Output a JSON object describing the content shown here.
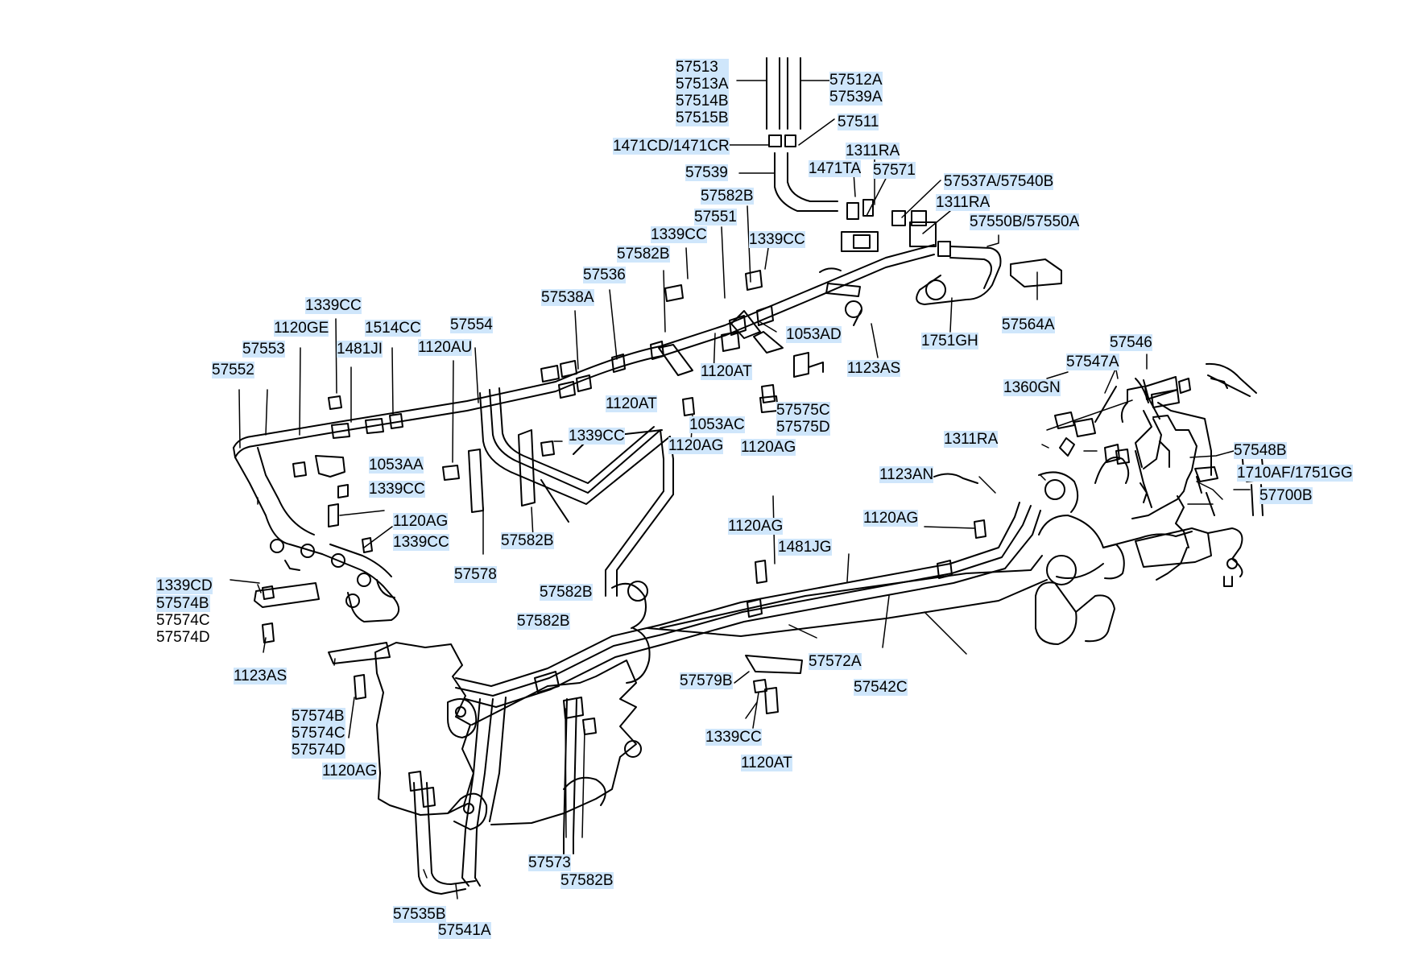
{
  "colors": {
    "label_bg": "#cfe6fb",
    "line": "#000000",
    "background": "#ffffff"
  },
  "callouts": [
    {
      "id": "c01",
      "lines": [
        "57513",
        "57513A",
        "57514B",
        "57515B"
      ]
    },
    {
      "id": "c02",
      "lines": [
        "57512A",
        "57539A"
      ]
    },
    {
      "id": "c03",
      "lines": [
        "57511"
      ]
    },
    {
      "id": "c04",
      "lines": [
        "1471CD/1471CR"
      ]
    },
    {
      "id": "c05",
      "lines": [
        "1311RA"
      ]
    },
    {
      "id": "c06",
      "lines": [
        "1471TA"
      ]
    },
    {
      "id": "c07",
      "lines": [
        "57571"
      ]
    },
    {
      "id": "c08",
      "lines": [
        "57539"
      ]
    },
    {
      "id": "c09",
      "lines": [
        "57537A/57540B"
      ]
    },
    {
      "id": "c10",
      "lines": [
        "57582B"
      ]
    },
    {
      "id": "c11",
      "lines": [
        "1311RA"
      ]
    },
    {
      "id": "c12",
      "lines": [
        "57551"
      ]
    },
    {
      "id": "c13",
      "lines": [
        "57550B/57550A"
      ]
    },
    {
      "id": "c14",
      "lines": [
        "1339CC"
      ]
    },
    {
      "id": "c15",
      "lines": [
        "1339CC"
      ]
    },
    {
      "id": "c16",
      "lines": [
        "57582B"
      ]
    },
    {
      "id": "c17",
      "lines": [
        "57536"
      ]
    },
    {
      "id": "c18",
      "lines": [
        "57564A"
      ]
    },
    {
      "id": "c19",
      "lines": [
        "57538A"
      ]
    },
    {
      "id": "c20",
      "lines": [
        "1339CC"
      ]
    },
    {
      "id": "c21",
      "lines": [
        "1120GE"
      ]
    },
    {
      "id": "c22",
      "lines": [
        "1514CC"
      ]
    },
    {
      "id": "c23",
      "lines": [
        "57554"
      ]
    },
    {
      "id": "c24",
      "lines": [
        "1053AD"
      ]
    },
    {
      "id": "c25",
      "lines": [
        "1751GH"
      ]
    },
    {
      "id": "c26",
      "lines": [
        "57553"
      ]
    },
    {
      "id": "c27",
      "lines": [
        "1481JI"
      ]
    },
    {
      "id": "c28",
      "lines": [
        "1120AU"
      ]
    },
    {
      "id": "c29",
      "lines": [
        "57546"
      ]
    },
    {
      "id": "c30",
      "lines": [
        "57552"
      ]
    },
    {
      "id": "c31",
      "lines": [
        "1120AT"
      ]
    },
    {
      "id": "c32",
      "lines": [
        "1123AS"
      ]
    },
    {
      "id": "c33",
      "lines": [
        "57547A"
      ]
    },
    {
      "id": "c34",
      "lines": [
        "1360GN"
      ]
    },
    {
      "id": "c35",
      "lines": [
        "1120AT"
      ]
    },
    {
      "id": "c36",
      "lines": [
        "57575C",
        "57575D"
      ]
    },
    {
      "id": "c37",
      "lines": [
        "1053AC"
      ]
    },
    {
      "id": "c38",
      "lines": [
        "1339CC"
      ]
    },
    {
      "id": "c39",
      "lines": [
        "1311RA"
      ]
    },
    {
      "id": "c40",
      "lines": [
        "1120AG"
      ]
    },
    {
      "id": "c41",
      "lines": [
        "1120AG"
      ]
    },
    {
      "id": "c42",
      "lines": [
        "57548B"
      ]
    },
    {
      "id": "c43",
      "lines": [
        "1053AA"
      ]
    },
    {
      "id": "c44",
      "lines": [
        "1123AN"
      ]
    },
    {
      "id": "c45",
      "lines": [
        "1710AF/1751GG"
      ]
    },
    {
      "id": "c46",
      "lines": [
        "1339CC"
      ]
    },
    {
      "id": "c47",
      "lines": [
        "57700B"
      ]
    },
    {
      "id": "c48",
      "lines": [
        "1120AG"
      ]
    },
    {
      "id": "c49",
      "lines": [
        "1120AG"
      ]
    },
    {
      "id": "c50",
      "lines": [
        "1120AG"
      ]
    },
    {
      "id": "c51",
      "lines": [
        "1339CC"
      ]
    },
    {
      "id": "c52",
      "lines": [
        "57582B"
      ]
    },
    {
      "id": "c53",
      "lines": [
        "1481JG"
      ]
    },
    {
      "id": "c54",
      "lines": [
        "57578"
      ]
    },
    {
      "id": "c55",
      "lines": [
        "1339CD"
      ]
    },
    {
      "id": "c56",
      "lines": [
        "57574B",
        "57574C",
        "57574D"
      ],
      "plain_from": 1
    },
    {
      "id": "c57",
      "lines": [
        "57582B"
      ]
    },
    {
      "id": "c58",
      "lines": [
        "57582B"
      ]
    },
    {
      "id": "c59",
      "lines": [
        "57572A"
      ]
    },
    {
      "id": "c60",
      "lines": [
        "1123AS"
      ]
    },
    {
      "id": "c61",
      "lines": [
        "57579B"
      ]
    },
    {
      "id": "c62",
      "lines": [
        "57542C"
      ]
    },
    {
      "id": "c63",
      "lines": [
        "57574B",
        "57574C",
        "57574D"
      ]
    },
    {
      "id": "c64",
      "lines": [
        "1339CC"
      ]
    },
    {
      "id": "c65",
      "lines": [
        "1120AG"
      ]
    },
    {
      "id": "c66",
      "lines": [
        "1120AT"
      ]
    },
    {
      "id": "c67",
      "lines": [
        "57573"
      ]
    },
    {
      "id": "c68",
      "lines": [
        "57582B"
      ]
    },
    {
      "id": "c69",
      "lines": [
        "57535B"
      ]
    },
    {
      "id": "c70",
      "lines": [
        "57541A"
      ]
    }
  ]
}
